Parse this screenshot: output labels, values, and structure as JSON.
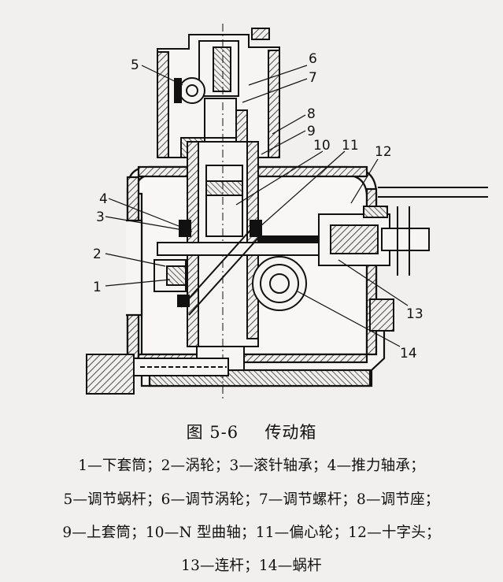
{
  "figure": {
    "caption_number": "图 5-6",
    "caption_title": "传动箱",
    "callouts": [
      "1",
      "2",
      "3",
      "4",
      "5",
      "6",
      "7",
      "8",
      "9",
      "10",
      "11",
      "12",
      "13",
      "14"
    ],
    "legend_lines": [
      "1—下套筒；2—涡轮；3—滚针轴承；4—推力轴承；",
      "5—调节蜗杆；6—调节涡轮；7—调节螺杆；8—调节座；",
      "9—上套筒；10—N 型曲轴；11—偏心轮；12—十字头；",
      "13—连杆；14—蜗杆"
    ]
  },
  "colors": {
    "paper": "#f1f0ee",
    "ink": "#111111",
    "hatch": "#222222"
  }
}
